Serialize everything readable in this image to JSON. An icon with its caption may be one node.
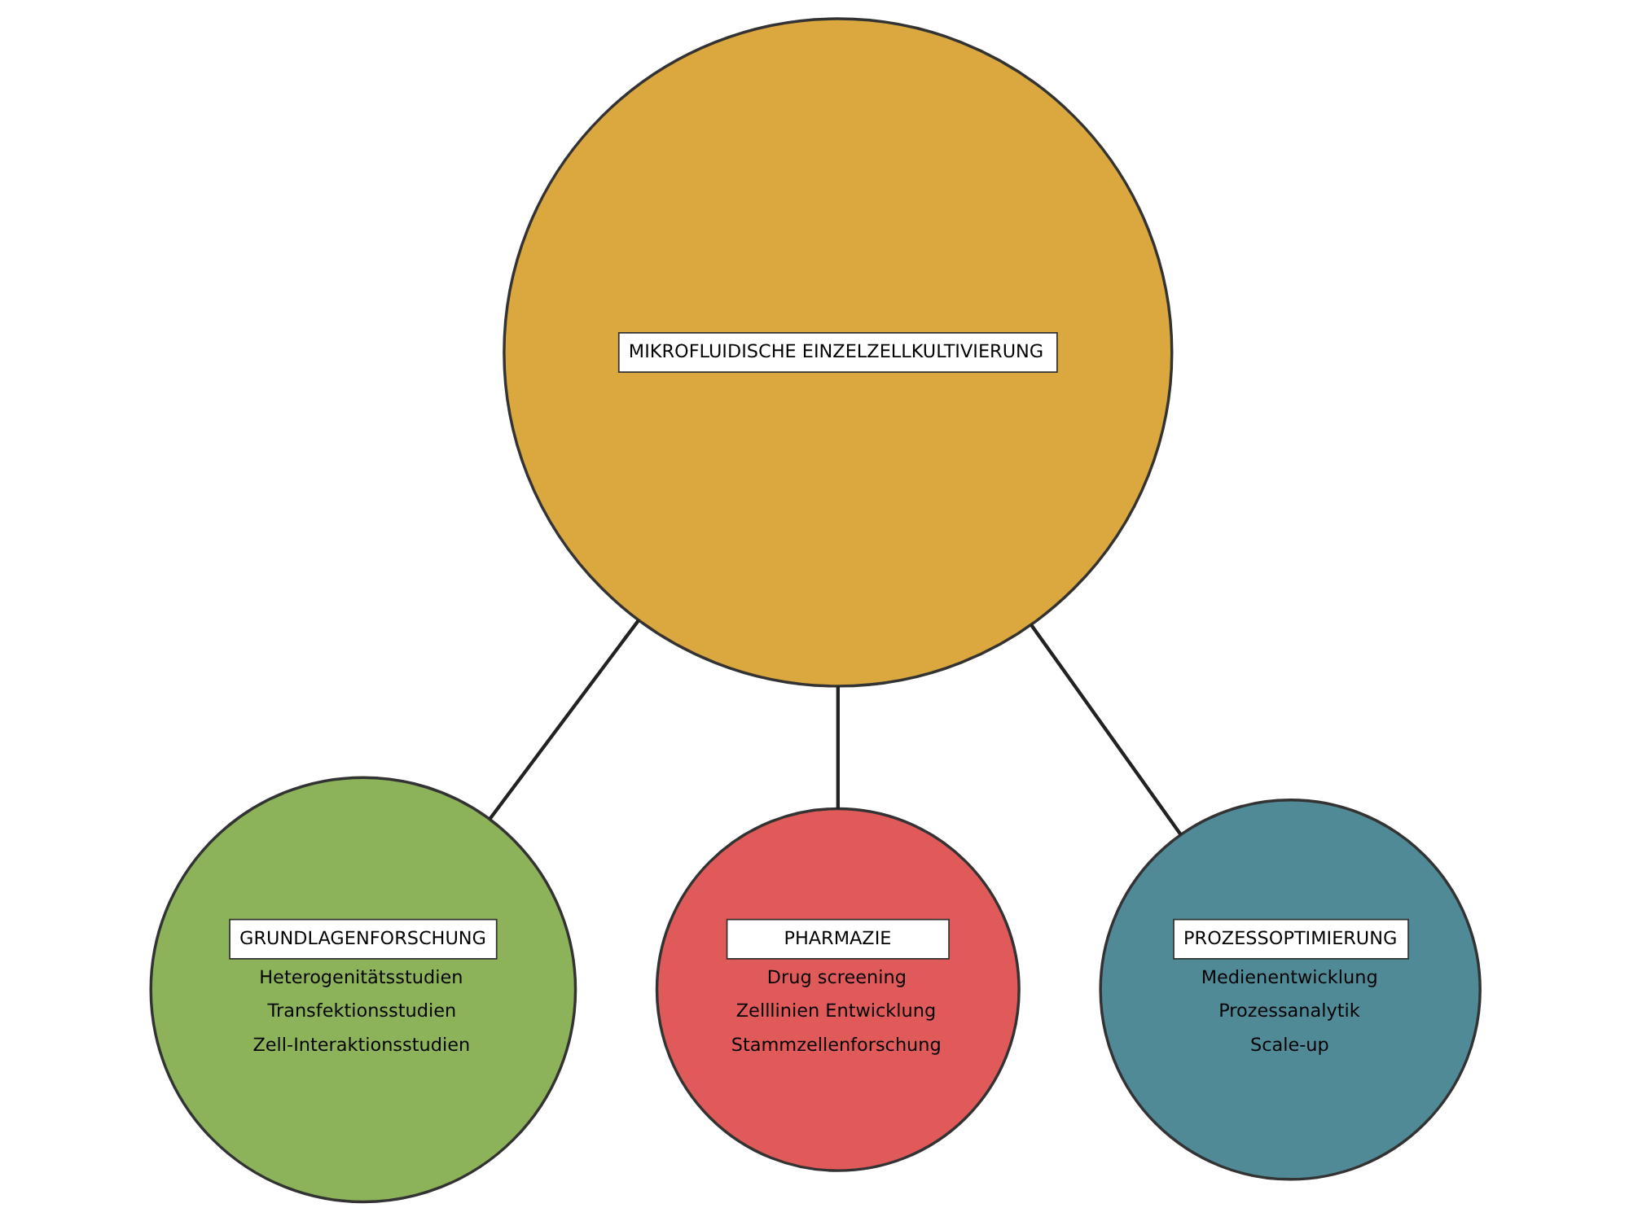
{
  "diagram": {
    "nodes": [
      {
        "text": [
          "MIKROFLUIDISCHE EINZELZELLKULTIVIERUNG"
        ]
      },
      {
        "text": [
          "GRUNDLAGENFORSCHUNG",
          "Heterogenitätsstudien",
          "Transfektionsstudien",
          "Zell-Interaktionsstudien"
        ]
      },
      {
        "text": [
          "PHARMAZIE",
          "Drug screening",
          "Zelllinien Entwicklung",
          "Stammzellenforschung"
        ]
      },
      {
        "text": [
          "PROZESSOPTIMIERUNG",
          "Medienentwicklung",
          "Prozessanalytik",
          "Scale-up"
        ]
      }
    ],
    "edges": [
      {
        "from": 0,
        "to": 1,
        "arrow": "none"
      },
      {
        "from": 0,
        "to": 2,
        "arrow": "none"
      },
      {
        "from": 0,
        "to": 3,
        "arrow": "none"
      }
    ]
  }
}
